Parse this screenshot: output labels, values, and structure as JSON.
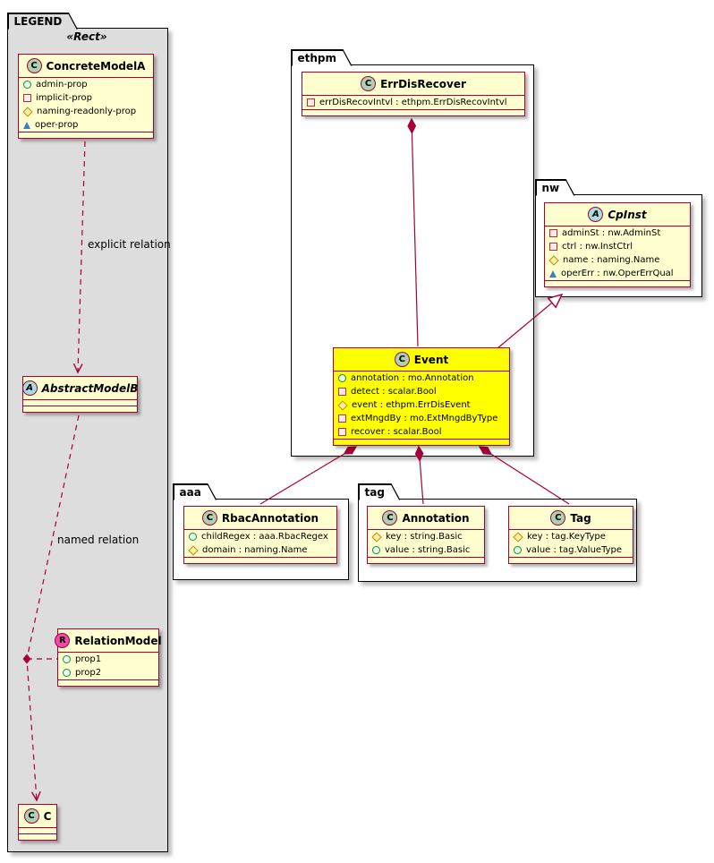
{
  "colors": {
    "class_border": "#A80036",
    "class_bg": "#FEFECE",
    "highlight_bg": "#FFFF00",
    "legend_bg": "#DDDDDD",
    "package_border": "#000000",
    "spot_class": "#ADD1B2",
    "spot_abstract": "#A9DCDF",
    "spot_relation": "#EB4DA8"
  },
  "icons": {
    "public-visibility-icon": "○ green circle",
    "private-visibility-icon": "□ red square",
    "readonly-visibility-icon": "◇ orange diamond",
    "oper-visibility-icon": "△ blue triangle",
    "class-spot-icon": "circled letter C",
    "abstract-spot-icon": "circled letter A",
    "relation-spot-icon": "circled letter R"
  },
  "legend": {
    "tab": "LEGEND",
    "stereotype": "«Rect»"
  },
  "packages": {
    "ethpm": {
      "label": "ethpm"
    },
    "nw": {
      "label": "nw"
    },
    "aaa": {
      "label": "aaa"
    },
    "tag": {
      "label": "tag"
    }
  },
  "relations": {
    "explicit_label": "explicit relation",
    "named_label": "named relation"
  },
  "classes": {
    "concreteModelA": {
      "letter": "C",
      "name": "ConcreteModelA",
      "props": [
        {
          "icon": "public-circle",
          "label": "admin-prop"
        },
        {
          "icon": "private-square",
          "label": "implicit-prop"
        },
        {
          "icon": "readonly-diamond",
          "label": "naming-readonly-prop"
        },
        {
          "icon": "oper-triangle",
          "label": "oper-prop"
        }
      ]
    },
    "abstractModelB": {
      "letter": "A",
      "name": "AbstractModelB",
      "props": []
    },
    "relationModel": {
      "letter": "R",
      "name": "RelationModel",
      "props": [
        {
          "icon": "public-circle",
          "label": "prop1"
        },
        {
          "icon": "public-circle",
          "label": "prop2"
        }
      ]
    },
    "c": {
      "letter": "C",
      "name": "C",
      "props": []
    },
    "errDisRecover": {
      "letter": "C",
      "name": "ErrDisRecover",
      "props": [
        {
          "icon": "private-square",
          "label": "errDisRecovIntvl : ethpm.ErrDisRecovIntvl"
        }
      ]
    },
    "event": {
      "letter": "C",
      "name": "Event",
      "props": [
        {
          "icon": "public-circle",
          "label": "annotation : mo.Annotation"
        },
        {
          "icon": "private-square",
          "label": "detect : scalar.Bool"
        },
        {
          "icon": "readonly-diamond",
          "label": "event : ethpm.ErrDisEvent"
        },
        {
          "icon": "private-square",
          "label": "extMngdBy : mo.ExtMngdByType"
        },
        {
          "icon": "private-square",
          "label": "recover : scalar.Bool"
        }
      ]
    },
    "cpInst": {
      "letter": "A",
      "name": "CpInst",
      "props": [
        {
          "icon": "private-square",
          "label": "adminSt : nw.AdminSt"
        },
        {
          "icon": "private-square",
          "label": "ctrl : nw.InstCtrl"
        },
        {
          "icon": "readonly-diamond",
          "label": "name : naming.Name"
        },
        {
          "icon": "oper-triangle",
          "label": "operErr : nw.OperErrQual"
        }
      ]
    },
    "rbacAnnotation": {
      "letter": "C",
      "name": "RbacAnnotation",
      "props": [
        {
          "icon": "public-circle",
          "label": "childRegex : aaa.RbacRegex"
        },
        {
          "icon": "readonly-diamond",
          "label": "domain : naming.Name"
        }
      ]
    },
    "annotation": {
      "letter": "C",
      "name": "Annotation",
      "props": [
        {
          "icon": "readonly-diamond",
          "label": "key : string.Basic"
        },
        {
          "icon": "public-circle",
          "label": "value : string.Basic"
        }
      ]
    },
    "tag": {
      "letter": "C",
      "name": "Tag",
      "props": [
        {
          "icon": "readonly-diamond",
          "label": "key : tag.KeyType"
        },
        {
          "icon": "public-circle",
          "label": "value : tag.ValueType"
        }
      ]
    }
  }
}
